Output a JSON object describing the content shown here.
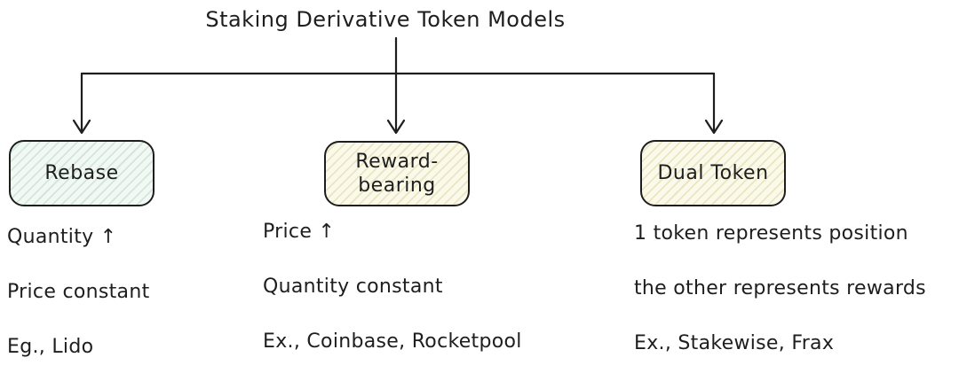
{
  "diagram": {
    "title": "Staking Derivative Token Models",
    "colors": {
      "line": "#1e1e1e",
      "text": "#1e1e1e",
      "rebase_fill": "#f2f9f4",
      "rebase_stripe": "#d2e7d9",
      "yellow_fill": "#fbf9ea",
      "yellow_stripe": "#eae5c2",
      "background": "#ffffff"
    },
    "branches": [
      {
        "id": "rebase",
        "label_lines": [
          "Rebase"
        ],
        "notes": [
          "Quantity ↑",
          "Price constant",
          "Eg., Lido"
        ]
      },
      {
        "id": "reward-bearing",
        "label_lines": [
          "Reward-",
          "bearing"
        ],
        "notes": [
          "Price ↑",
          "Quantity constant",
          "Ex., Coinbase, Rocketpool"
        ]
      },
      {
        "id": "dual-token",
        "label_lines": [
          "Dual Token"
        ],
        "notes": [
          "1 token represents position",
          "the other represents rewards",
          "Ex., Stakewise, Frax"
        ]
      }
    ]
  }
}
